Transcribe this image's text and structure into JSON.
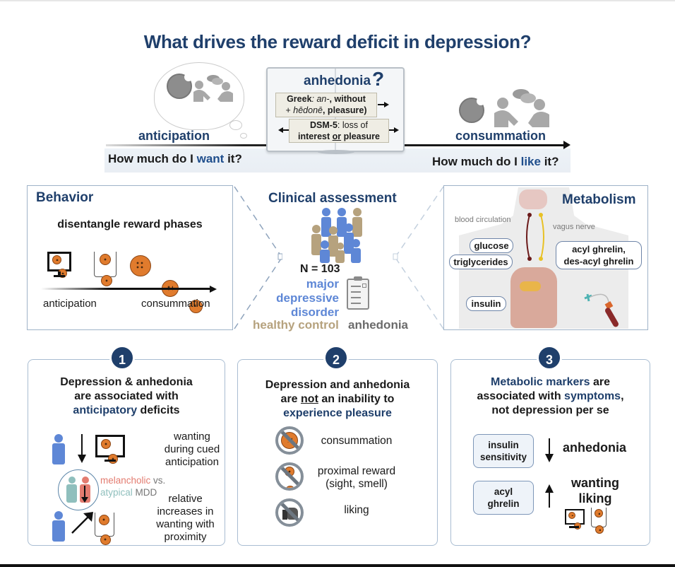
{
  "title": "What drives the reward deficit in depression?",
  "top": {
    "anticipation_label": "anticipation",
    "consummation_label": "consummation",
    "question_want": {
      "pre": "How much do I ",
      "key": "want",
      "post": " it?"
    },
    "question_like": {
      "pre": "How much do I ",
      "key": "like",
      "post": " it?"
    },
    "book": {
      "title": "anhedonia",
      "question_mark": "?",
      "greek_line1_a": "Greek",
      "greek_line1_b": ": an-",
      "greek_line1_c": ", without",
      "greek_line2_a": "+ ",
      "greek_line2_b": "hēdonē",
      "greek_line2_c": ", pleasure)",
      "dsm_line1_a": "DSM-5",
      "dsm_line1_b": ": loss of",
      "dsm_line2_a": "interest ",
      "dsm_line2_b": "or",
      "dsm_line2_c": " pleasure"
    }
  },
  "behavior": {
    "title": "Behavior",
    "subtitle": "disentangle reward phases",
    "axis_start": "anticipation",
    "axis_end": "consummation"
  },
  "clinical": {
    "title": "Clinical assessment",
    "n": "N = 103",
    "mdd_lines": [
      "major",
      "depressive",
      "disorder"
    ],
    "healthy_control": "healthy control",
    "anhedonia": "anhedonia",
    "colors": {
      "mdd": "#5e87d6",
      "hc": "#b6a27e",
      "anhedonia": "#6b6b6b"
    }
  },
  "metabolism": {
    "title": "Metabolism",
    "blood_circulation": "blood circulation",
    "vagus_nerve": "vagus nerve",
    "markers": [
      "glucose",
      "triglycerides",
      "insulin"
    ],
    "ghrelin_line1": "acyl ghrelin,",
    "ghrelin_line2": "des-acyl ghrelin"
  },
  "findings": [
    {
      "number": "1",
      "title_line1": "Depression & anhedonia",
      "title_line2": "are associated with",
      "title_line3_key": "anticipatory",
      "title_line3_rest": " deficits",
      "item1_lines": [
        "wanting",
        "during cued",
        "anticipation"
      ],
      "subtype_a": "melancholic",
      "subtype_vs": " vs.",
      "subtype_b": "atypical",
      "subtype_mdd": " MDD",
      "item2_lines": [
        "relative",
        "increases in",
        "wanting with",
        "proximity"
      ]
    },
    {
      "number": "2",
      "title_line1": "Depression and anhedonia",
      "title_line2_a": "are ",
      "title_line2_not": "not",
      "title_line2_b": " an inability to",
      "title_line3": "experience pleasure",
      "items": [
        {
          "icon": "no-cookie-icon",
          "label_lines": [
            "consummation"
          ]
        },
        {
          "icon": "no-glass-cookie-icon",
          "label_lines": [
            "proximal reward",
            "(sight, smell)"
          ]
        },
        {
          "icon": "no-thumbs-up-icon",
          "label_lines": [
            "liking"
          ]
        }
      ]
    },
    {
      "number": "3",
      "title_line1_key": "Metabolic markers",
      "title_line1_rest": " are",
      "title_line2_a": "associated with ",
      "title_line2_key": "symptoms",
      "title_line2_b": ",",
      "title_line3": "not depression per se",
      "rows": [
        {
          "marker_lines": [
            "insulin",
            "sensitivity"
          ],
          "direction": "down",
          "outcome_lines": [
            "anhedonia"
          ]
        },
        {
          "marker_lines": [
            "acyl",
            "ghrelin"
          ],
          "direction": "up",
          "outcome_lines": [
            "wanting",
            "liking"
          ]
        }
      ]
    }
  ],
  "colors": {
    "navy": "#1f3f6b",
    "accent_blue": "#1f4e8c",
    "melancholic": "#e37c70",
    "atypical": "#8fbfbd",
    "cookie": "#e07b2d"
  }
}
